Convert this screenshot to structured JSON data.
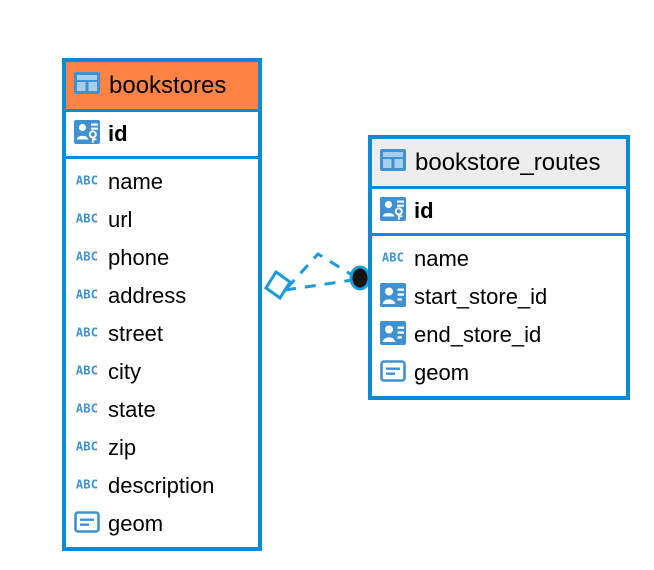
{
  "diagram": {
    "type": "entity-relationship-diagram",
    "background": "#ffffff",
    "colors": {
      "border": "#0b8bd4",
      "icon_blue": "#3e92d2",
      "header_highlight": "#ff8345",
      "header_default": "#ededed",
      "connector": "#1a9ad9",
      "endpoint": "#141414"
    },
    "entities": [
      {
        "id": "bookstores",
        "title": "bookstores",
        "header_style": "orange",
        "title_icon": "table-icon",
        "primary_keys": [
          {
            "name": "id",
            "icon": "primary-key-icon"
          }
        ],
        "columns": [
          {
            "name": "name",
            "icon": "text-type-icon"
          },
          {
            "name": "url",
            "icon": "text-type-icon"
          },
          {
            "name": "phone",
            "icon": "text-type-icon"
          },
          {
            "name": "address",
            "icon": "text-type-icon"
          },
          {
            "name": "street",
            "icon": "text-type-icon"
          },
          {
            "name": "city",
            "icon": "text-type-icon"
          },
          {
            "name": "state",
            "icon": "text-type-icon"
          },
          {
            "name": "zip",
            "icon": "text-type-icon"
          },
          {
            "name": "description",
            "icon": "text-type-icon"
          },
          {
            "name": "geom",
            "icon": "geometry-type-icon"
          }
        ]
      },
      {
        "id": "bookstore_routes",
        "title": "bookstore_routes",
        "header_style": "grey",
        "title_icon": "table-icon",
        "primary_keys": [
          {
            "name": "id",
            "icon": "primary-key-icon"
          }
        ],
        "columns": [
          {
            "name": "name",
            "icon": "text-type-icon"
          },
          {
            "name": "start_store_id",
            "icon": "foreign-key-icon"
          },
          {
            "name": "end_store_id",
            "icon": "foreign-key-icon"
          },
          {
            "name": "geom",
            "icon": "geometry-type-icon"
          }
        ]
      }
    ],
    "relationship": {
      "from": "bookstores",
      "to": "bookstore_routes",
      "line_style": "dashed",
      "source_marker": "diamond-outline",
      "target_marker": "filled-circle"
    }
  }
}
